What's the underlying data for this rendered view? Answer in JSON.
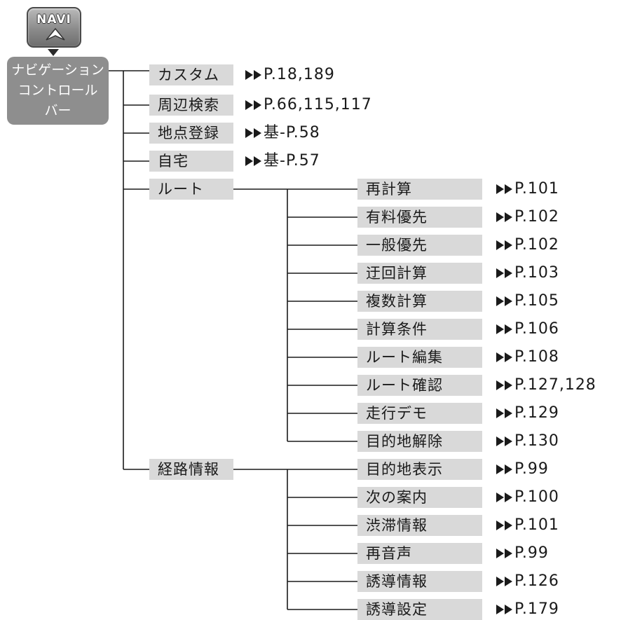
{
  "navi_button": {
    "label": "NAVI",
    "icon": "navigation-arrow-icon"
  },
  "root": {
    "lines": [
      "ナビゲーション",
      "コントロール",
      "バー"
    ]
  },
  "level1": [
    {
      "label": "カスタム",
      "ref": "P.18,189"
    },
    {
      "label": "周辺検索",
      "ref": "P.66,115,117"
    },
    {
      "label": "地点登録",
      "ref": "基-P.58"
    },
    {
      "label": "自宅",
      "ref": "基-P.57"
    },
    {
      "label": "ルート",
      "ref": ""
    },
    {
      "label": "経路情報",
      "ref": ""
    }
  ],
  "route_items": [
    {
      "label": "再計算",
      "ref": "P.101"
    },
    {
      "label": "有料優先",
      "ref": "P.102"
    },
    {
      "label": "一般優先",
      "ref": "P.102"
    },
    {
      "label": "迂回計算",
      "ref": "P.103"
    },
    {
      "label": "複数計算",
      "ref": "P.105"
    },
    {
      "label": "計算条件",
      "ref": "P.106"
    },
    {
      "label": "ルート編集",
      "ref": "P.108"
    },
    {
      "label": "ルート確認",
      "ref": "P.127,128"
    },
    {
      "label": "走行デモ",
      "ref": "P.129"
    },
    {
      "label": "目的地解除",
      "ref": "P.130"
    }
  ],
  "guidance_items": [
    {
      "label": "目的地表示",
      "ref": "P.99"
    },
    {
      "label": "次の案内",
      "ref": "P.100"
    },
    {
      "label": "渋滞情報",
      "ref": "P.101"
    },
    {
      "label": "再音声",
      "ref": "P.99"
    },
    {
      "label": "誘導情報",
      "ref": "P.126"
    },
    {
      "label": "誘導設定",
      "ref": "P.179"
    }
  ],
  "colors": {
    "node_bg": "#d9d9d9",
    "root_bg": "#8e8e8e",
    "line": "#1a1a1a"
  }
}
